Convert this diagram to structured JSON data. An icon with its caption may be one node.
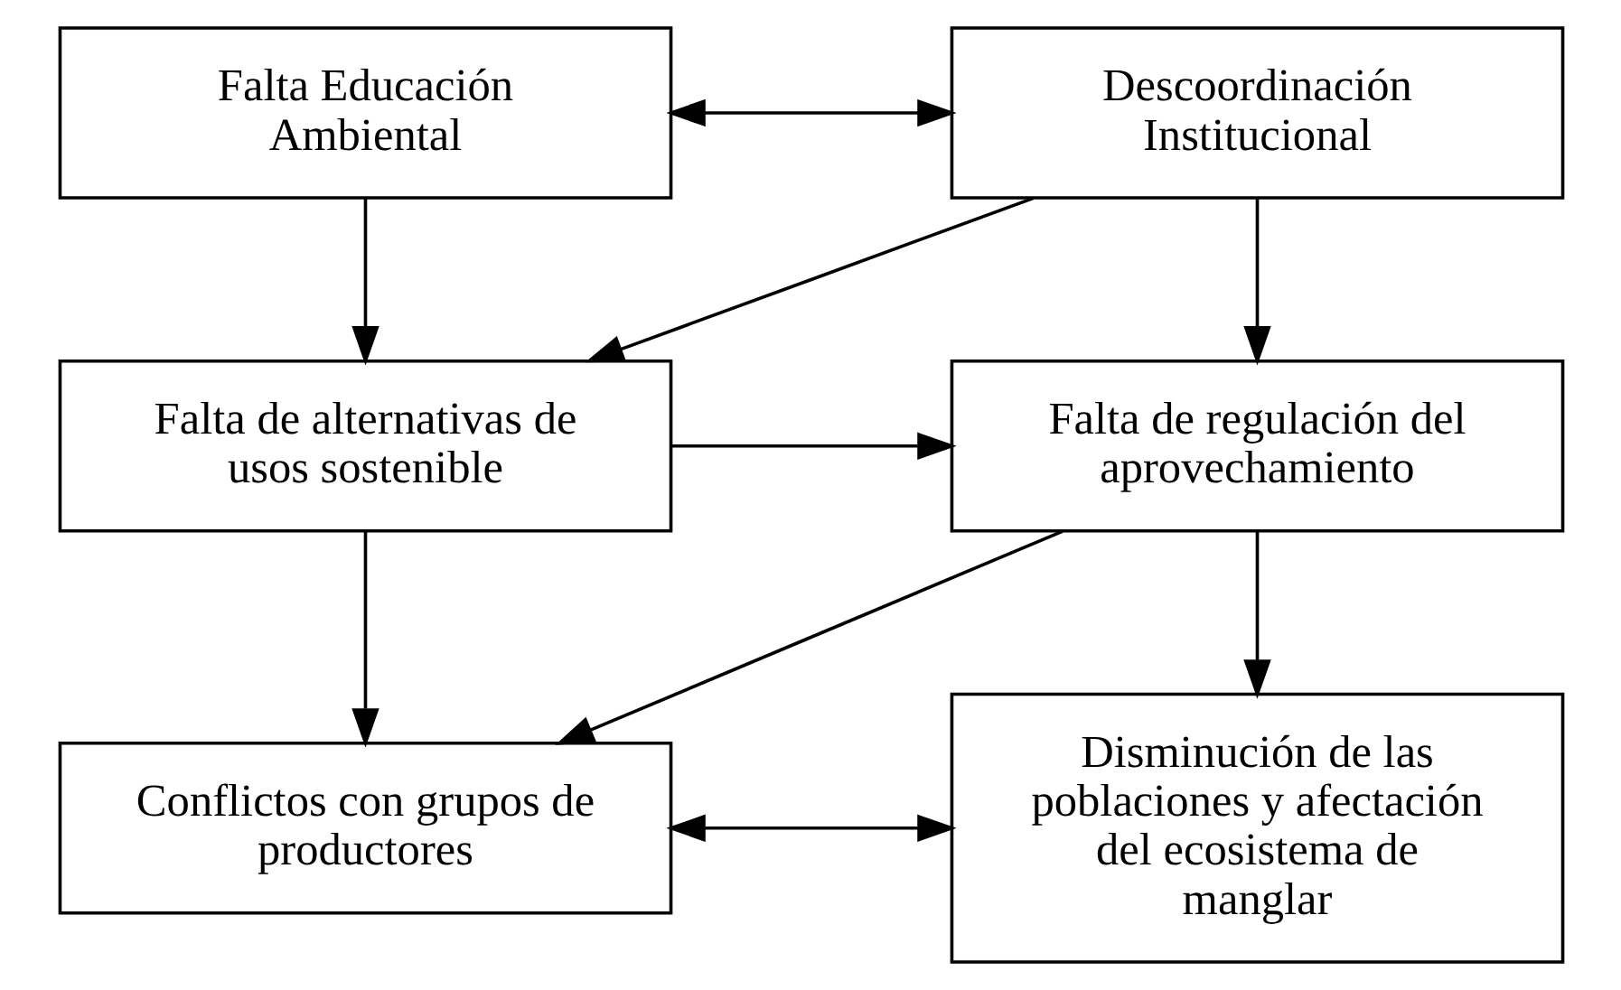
{
  "diagram": {
    "nodes": [
      {
        "text": [
          "Falta Educación Ambiental"
        ]
      },
      {
        "text": [
          "Descoordinación Institucional"
        ]
      },
      {
        "text": [
          "Falta de alternativas de usos sostenible"
        ]
      },
      {
        "text": [
          "Falta de regulación del aprovechamiento"
        ]
      },
      {
        "text": [
          "Conflictos con grupos de productores"
        ]
      },
      {
        "text": [
          "Disminución de las poblaciones y afectación del ecosistema de manglar"
        ]
      }
    ],
    "edges": [
      {
        "from": 0,
        "to": 1,
        "arrow": "both"
      },
      {
        "from": 0,
        "to": 2,
        "arrow": "to"
      },
      {
        "from": 1,
        "to": 2,
        "arrow": "to"
      },
      {
        "from": 1,
        "to": 3,
        "arrow": "to"
      },
      {
        "from": 2,
        "to": 3,
        "arrow": "to"
      },
      {
        "from": 2,
        "to": 4,
        "arrow": "to"
      },
      {
        "from": 3,
        "to": 4,
        "arrow": "to"
      },
      {
        "from": 3,
        "to": 5,
        "arrow": "to"
      },
      {
        "from": 4,
        "to": 5,
        "arrow": "both"
      }
    ]
  }
}
